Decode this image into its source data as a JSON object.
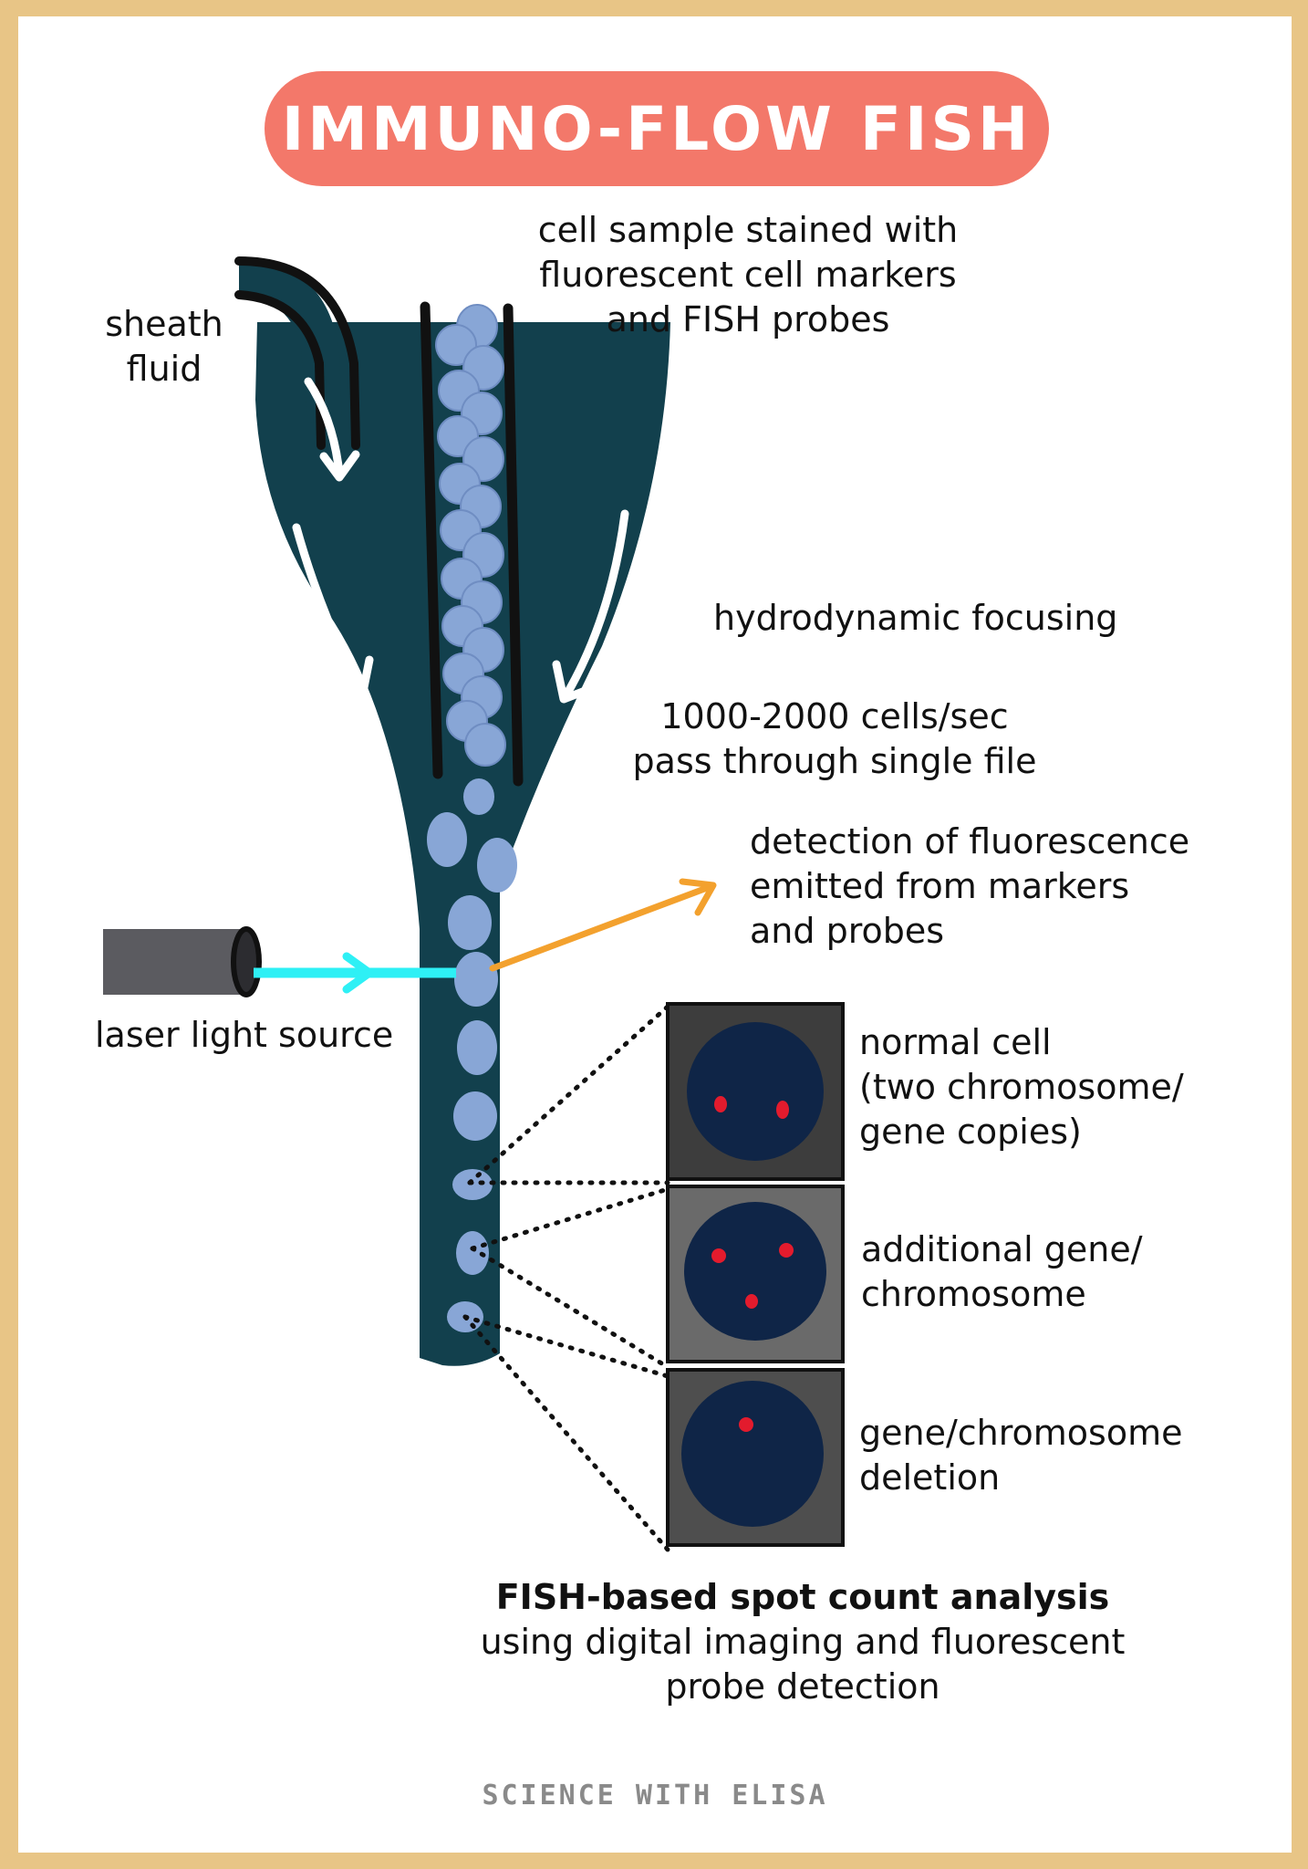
{
  "title": "IMMUNO-FLOW FISH",
  "labels": {
    "sheath_fluid_1": "sheath",
    "sheath_fluid_2": "fluid",
    "cell_sample_1": "cell sample stained with",
    "cell_sample_2": "fluorescent cell markers",
    "cell_sample_3": "and FISH probes",
    "hydrodynamic": "hydrodynamic focusing",
    "rate_1": "1000-2000 cells/sec",
    "rate_2": "pass through single file",
    "detection_1": "detection of fluorescence",
    "detection_2": "emitted from markers",
    "detection_3": "and probes",
    "laser": "laser light source"
  },
  "panels": [
    {
      "line1": "normal cell",
      "line2": "(two chromosome/",
      "line3": "gene copies)",
      "spots": 2
    },
    {
      "line1": "additional gene/",
      "line2": "chromosome",
      "line3": "",
      "spots": 3
    },
    {
      "line1": "gene/chromosome",
      "line2": "deletion",
      "line3": "",
      "spots": 1
    }
  ],
  "analysis": {
    "heading": "FISH-based spot count analysis",
    "line2": "using digital imaging and fluorescent",
    "line3": "probe detection"
  },
  "footer": "SCIENCE WITH ELISA",
  "colors": {
    "border": "#e8c586",
    "title_bg": "#f3786a",
    "chamber": "#12404d",
    "cell": "#88a6d6",
    "laser_beam": "#2ef0f5",
    "emission_arrow": "#f3a12e",
    "nucleus": "#0f2547",
    "spot": "#e31b2d"
  }
}
